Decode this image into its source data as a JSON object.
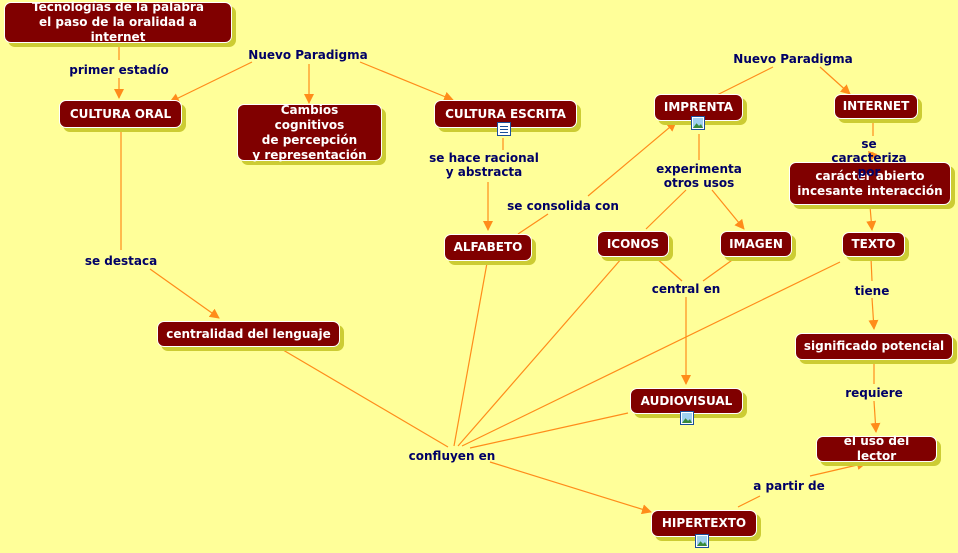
{
  "colors": {
    "background": "#ffff99",
    "node_fill": "#800000",
    "node_text": "#ffffff",
    "node_shadow": "#cccc33",
    "link_line": "#ff8c1a",
    "link_text": "#000066"
  },
  "nodes": {
    "title": "Tecnologías de la palabra\nel paso de la oralidad a internet",
    "cultura_oral": "CULTURA ORAL",
    "cambios": "Cambios cognitivos\nde percepción\ny representación",
    "cultura_escrita": "CULTURA ESCRITA",
    "imprenta": "IMPRENTA",
    "internet": "INTERNET",
    "caracter": "carácter abierto\nincesante interacción",
    "alfabeto": "ALFABETO",
    "iconos": "ICONOS",
    "imagen": "IMAGEN",
    "texto": "TEXTO",
    "centralidad": "centralidad del lenguaje",
    "significado": "significado potencial",
    "audiovisual": "AUDIOVISUAL",
    "uso_lector": "el uso del lector",
    "hipertexto": "HIPERTEXTO"
  },
  "links": {
    "primer_estadio": "primer estadío",
    "nuevo_paradigma_1": "Nuevo Paradigma",
    "nuevo_paradigma_2": "Nuevo Paradigma",
    "se_caracteriza": "se caracteriza por",
    "se_hace": "se hace racional\ny abstracta",
    "se_consolida": "se consolida con",
    "experimenta": "experimenta\notros usos",
    "se_destaca": "se destaca",
    "central_en": "central en",
    "tiene": "tiene",
    "requiere": "requiere",
    "confluyen": "confluyen en",
    "a_partir": "a partir de"
  },
  "icons": {
    "cultura_escrita": "document-icon",
    "imprenta": "image-icon",
    "audiovisual": "image-icon",
    "hipertexto": "image-icon"
  }
}
